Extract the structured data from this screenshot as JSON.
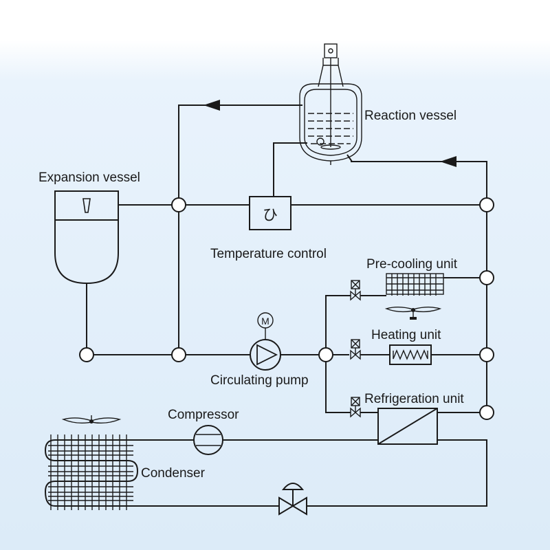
{
  "labels": {
    "reaction_vessel": "Reaction vessel",
    "expansion_vessel": "Expansion vessel",
    "temperature_control": "Temperature control",
    "precooling_unit": "Pre-cooling unit",
    "heating_unit": "Heating unit",
    "circulating_pump": "Circulating pump",
    "refrigeration_unit": "Refrigeration unit",
    "compressor": "Compressor",
    "condenser": "Condenser"
  },
  "symbols": {
    "motor": "M",
    "temperature_control_symbol": "ひ"
  },
  "colors": {
    "background_top": "#ffffff",
    "background_band": "#e6f1fb",
    "line": "#1a1a1a",
    "accent_outlet": "#3a6fb0"
  }
}
